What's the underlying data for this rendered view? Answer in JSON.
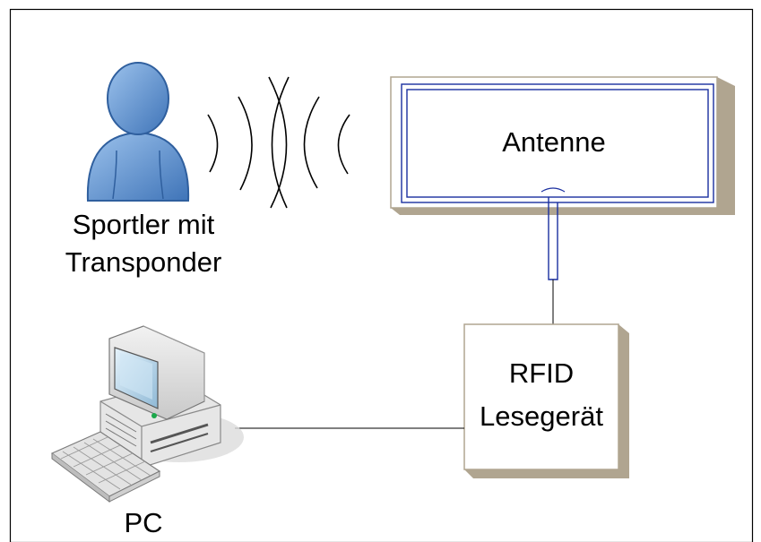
{
  "labels": {
    "person_line1": "Sportler mit",
    "person_line2": "Transponder",
    "antenna": "Antenne",
    "reader_line1": "RFID",
    "reader_line2": "Lesegerät",
    "pc": "PC"
  },
  "icons": {
    "person": "person-icon",
    "waves": "radio-wave-icon",
    "computer": "desktop-computer-icon",
    "keyboard": "keyboard-icon"
  },
  "colors": {
    "frame": "#000000",
    "person_fill": "#6f9fd8",
    "person_stroke": "#2f5f9e",
    "antenna_coil": "#1a2fa0",
    "box_shadow": "#b0a590",
    "box_face": "#ffffff",
    "connector": "#000000"
  }
}
